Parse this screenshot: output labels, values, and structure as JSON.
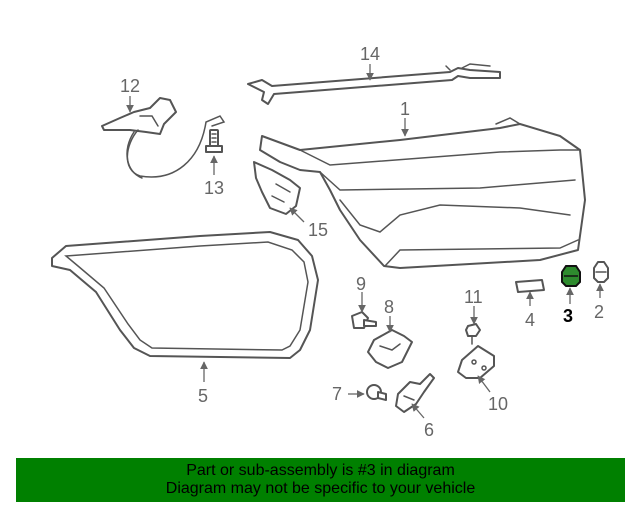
{
  "diagram": {
    "callouts": [
      {
        "id": "c14",
        "label": "14"
      },
      {
        "id": "c12",
        "label": "12"
      },
      {
        "id": "c1",
        "label": "1"
      },
      {
        "id": "c13",
        "label": "13"
      },
      {
        "id": "c15",
        "label": "15"
      },
      {
        "id": "c9",
        "label": "9"
      },
      {
        "id": "c8",
        "label": "8"
      },
      {
        "id": "c11",
        "label": "11"
      },
      {
        "id": "c4",
        "label": "4"
      },
      {
        "id": "c3",
        "label": "3"
      },
      {
        "id": "c2",
        "label": "2"
      },
      {
        "id": "c5",
        "label": "5"
      },
      {
        "id": "c7",
        "label": "7"
      },
      {
        "id": "c10",
        "label": "10"
      },
      {
        "id": "c6",
        "label": "6"
      }
    ],
    "highlight_color": "#2e8b2e",
    "line_color": "#555555"
  },
  "banner": {
    "line1": "Part or sub-assembly is #3 in diagram",
    "line2": "Diagram may not be specific to your vehicle",
    "background": "#008000"
  }
}
